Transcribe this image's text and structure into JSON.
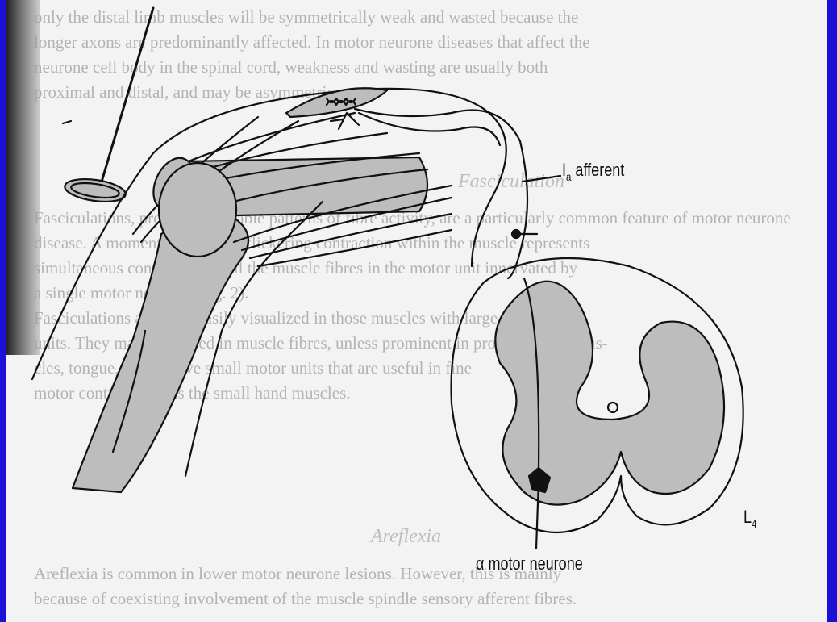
{
  "background_text": {
    "lines": [
      "only the distal limb muscles will be symmetrically weak and wasted because the",
      "longer axons are predominantly affected. In motor neurone diseases that affect the",
      "neurone cell body in the spinal cord, weakness and wasting are usually both",
      "proximal and distal, and may be asymmetric.",
      "Fasciculation",
      "Fasciculations, producing suitable patterns of fibre activity, are a particularly common feature of motor neurone",
      "disease. A momentarily visible flickering contraction within the muscle represents",
      "simultaneous contraction of all the muscle fibres in the motor unit innervated by",
      "a single motor neurone (Fig. 2).",
      "Fasciculations are most easily visualized in those muscles with large motor",
      "units. They may be missed in muscle fibres, unless prominent in proximal limb mus-",
      "cles, tongue, which have small motor units that are useful in fine",
      "motor control, such as the small hand muscles.",
      "Areflexia",
      "Areflexia is common in lower motor neurone lesions. However, this is mainly",
      "because of coexisting involvement of the muscle spindle sensory afferent fibres."
    ]
  },
  "labels": {
    "ia_main": "I",
    "ia_sub": "a",
    "ia_rest": " afferent",
    "alpha": "α motor neurone",
    "l4_main": "L",
    "l4_sub": "4"
  },
  "colors": {
    "slide_border": "#1a10d8",
    "page": "#f3f3f3",
    "ink": "#111111",
    "shade": "#bdbdbd"
  }
}
